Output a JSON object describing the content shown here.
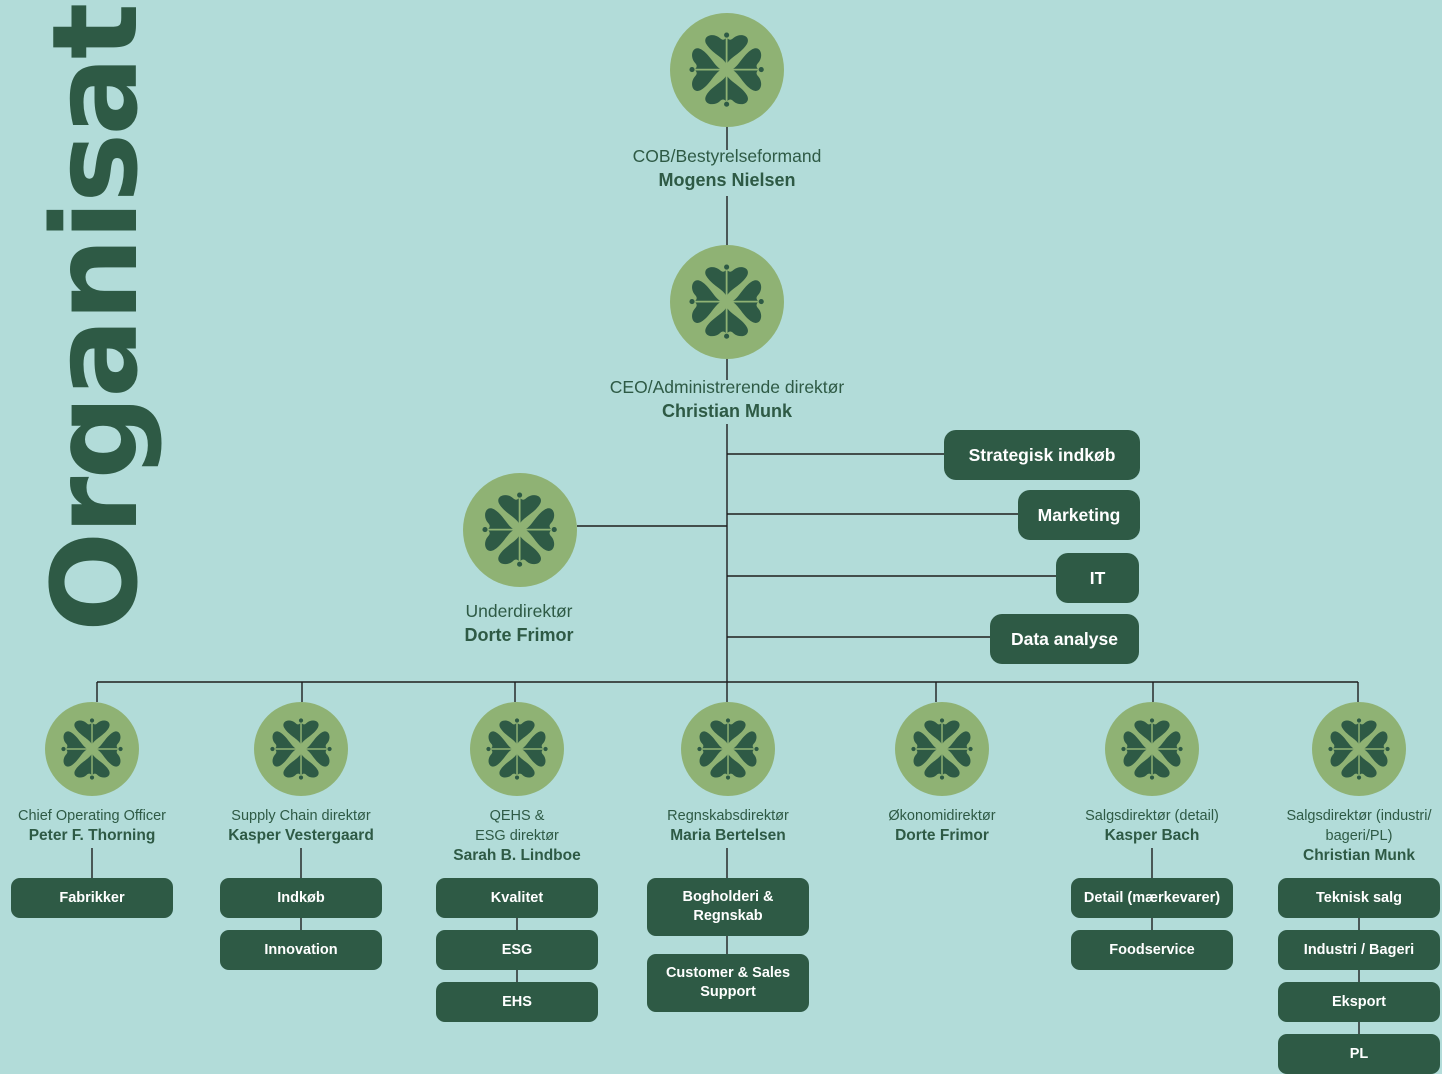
{
  "title": "Organisation",
  "colors": {
    "background": "#b2dcd9",
    "dark_green": "#2e5a45",
    "light_green": "#8fb274"
  },
  "icon": "four-leaf-clover-icon",
  "top": [
    {
      "role": "COB/Bestyrelseformand",
      "name": "Mogens Nielsen"
    },
    {
      "role": "CEO/Administrerende direktør",
      "name": "Christian Munk"
    }
  ],
  "deputy": {
    "role": "Underdirektør",
    "name": "Dorte Frimor"
  },
  "staff_units": [
    "Strategisk indkøb",
    "Marketing",
    "IT",
    "Data analyse"
  ],
  "directors": [
    {
      "role": "Chief Operating Officer",
      "name": "Peter F. Thorning",
      "units": [
        "Fabrikker"
      ]
    },
    {
      "role": "Supply Chain direktør",
      "name": "Kasper Vestergaard",
      "units": [
        "Indkøb",
        "Innovation"
      ]
    },
    {
      "role": "QEHS &\nESG direktør",
      "name": "Sarah B. Lindboe",
      "units": [
        "Kvalitet",
        "ESG",
        "EHS"
      ]
    },
    {
      "role": "Regnskabsdirektør",
      "name": "Maria Bertelsen",
      "units": [
        "Bogholderi &\nRegnskab",
        "Customer & Sales\nSupport"
      ]
    },
    {
      "role": "Økonomidirektør",
      "name": "Dorte Frimor",
      "units": []
    },
    {
      "role": "Salgsdirektør (detail)",
      "name": "Kasper Bach",
      "units": [
        "Detail (mærkevarer)",
        "Foodservice"
      ]
    },
    {
      "role": "Salgsdirektør (industri/\nbageri/PL)",
      "name": "Christian Munk",
      "units": [
        "Teknisk salg",
        "Industri / Bageri",
        "Eksport",
        "PL"
      ]
    }
  ]
}
